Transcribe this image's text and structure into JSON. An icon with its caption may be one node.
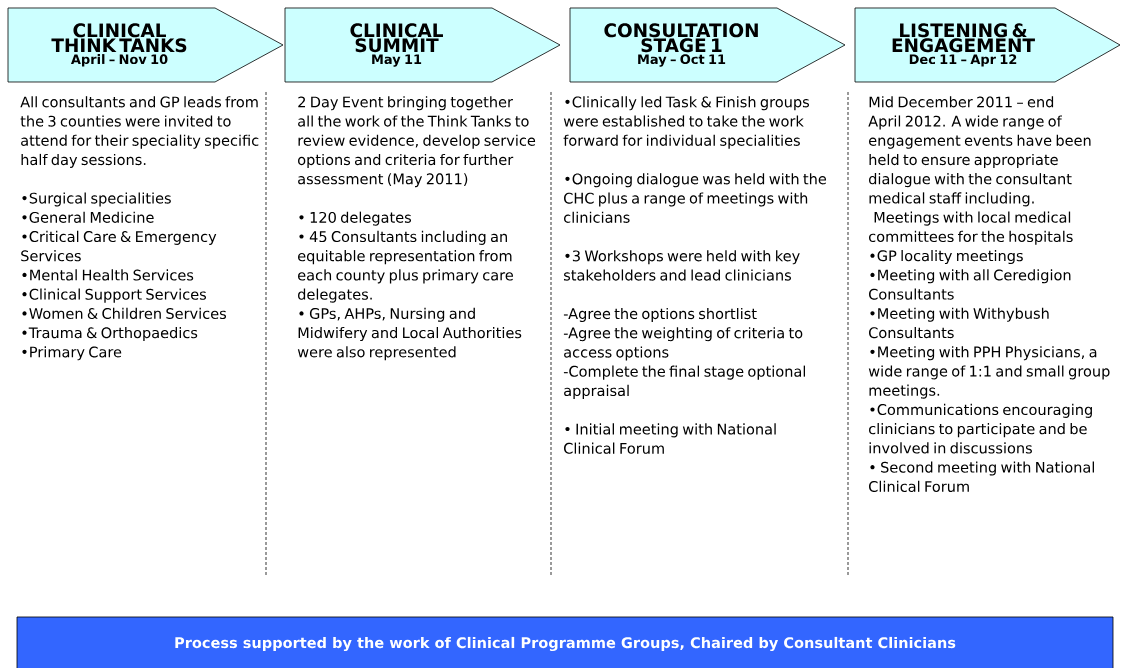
{
  "diagram": {
    "nodes": [
      {
        "text": [
          "CLINICAL THINK TANKS",
          "April – Nov 10"
        ],
        "beside": [
          "All consultants and GP leads from the 3 counties were invited to attend for their speciality specific half day sessions.",
          "•Surgical specialities",
          "•General Medicine",
          "•Critical Care & Emergency Services",
          "•Mental Health Services",
          "•Clinical Support Services",
          "•Women & Children Services",
          "•Trauma & Orthopaedics",
          "•Primary Care"
        ]
      },
      {
        "text": [
          "CLINICAL SUMMIT",
          "May 11"
        ],
        "beside": [
          "2 Day Event bringing together all the work of the Think Tanks to review evidence, develop service options and criteria for further assessment (May 2011)",
          "• 120 delegates",
          "• 45 Consultants including an equitable representation from each county plus primary care delegates.",
          "• GPs, AHPs, Nursing and Midwifery and Local Authorities were also represented"
        ]
      },
      {
        "text": [
          "CONSULTATION STAGE 1",
          "May – Oct 11"
        ],
        "beside": [
          "•Clinically led Task & Finish groups were established to take the work forward for individual specialities",
          "•Ongoing dialogue was held with the CHC plus a range of meetings with clinicians",
          "•3 Workshops were held with key stakeholders and lead clinicians",
          "-Agree the options shortlist",
          "-Agree the weighting of criteria to access options",
          "-Complete the final stage optional appraisal",
          "• Initial meeting with National Clinical Forum"
        ]
      },
      {
        "text": [
          "LISTENING & ENGAGEMENT",
          "Dec 11 – Apr 12"
        ],
        "beside": [
          "Mid December 2011 – end April 2012.  A wide range of engagement events have been held to ensure appropriate dialogue with the consultant medical staff including.",
          "Meetings with local medical committees for the hospitals",
          "•GP locality meetings",
          "•Meeting with all Ceredigion Consultants",
          "•Meeting with Withybush Consultants",
          "•Meeting with PPH Physicians, a wide range of 1:1 and small group meetings.",
          "•Communications encouraging clinicians to participate and be involved in discussions",
          "• Second meeting with National Clinical Forum"
        ]
      },
      {
        "text": [
          "Process supported by the work of Clinical Programme Groups, Chaired by Consultant Clinicians"
        ]
      }
    ]
  }
}
